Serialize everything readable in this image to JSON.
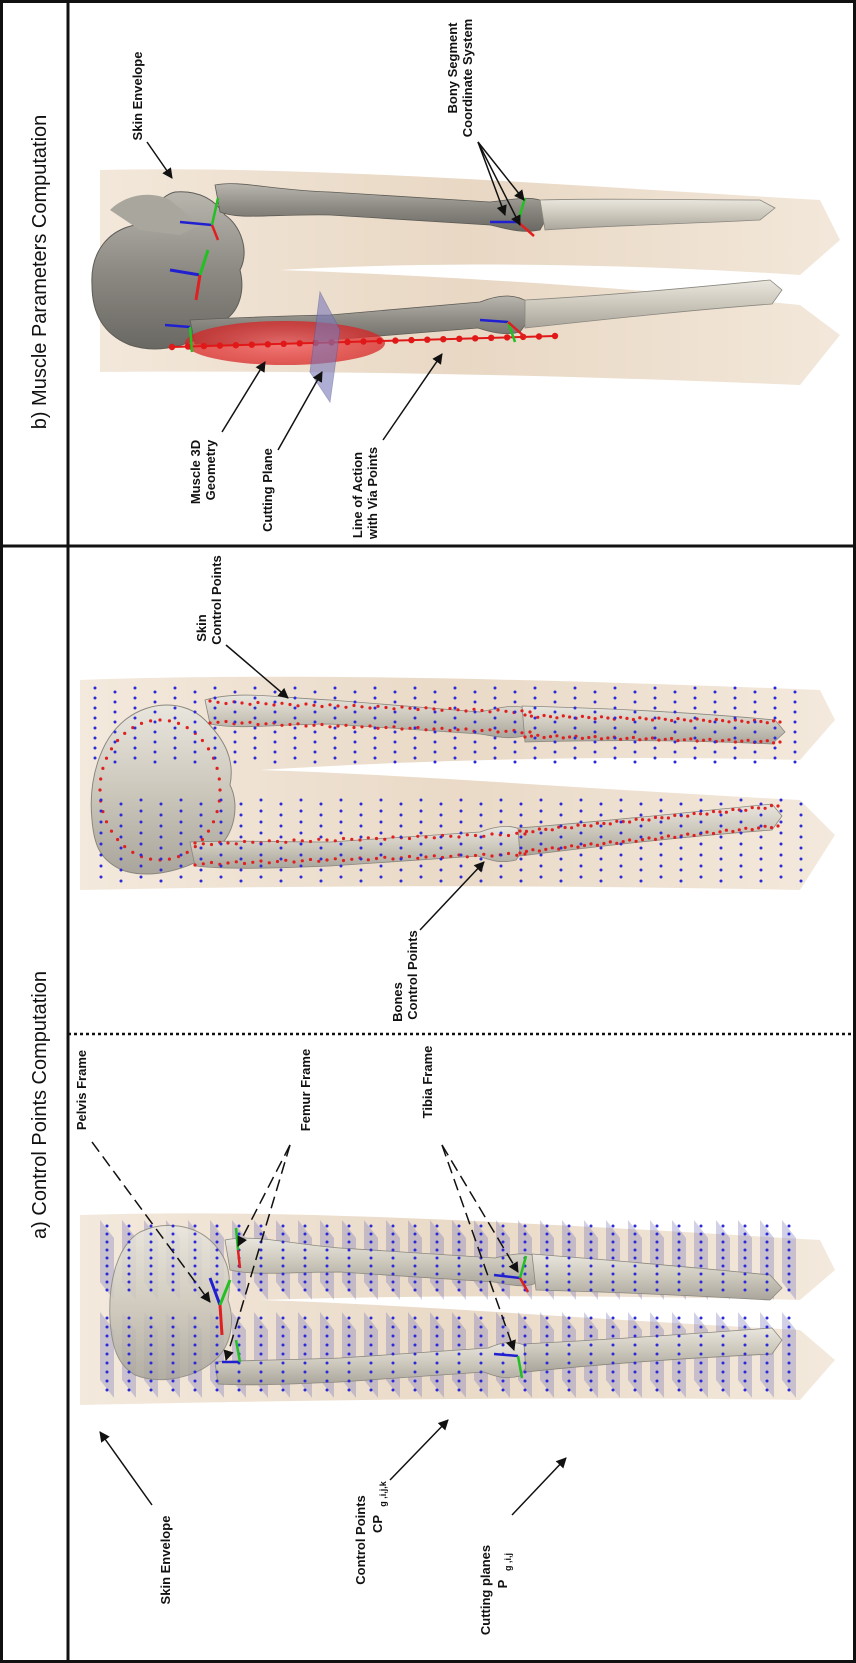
{
  "panels": {
    "a": {
      "title": "a) Control Points Computation",
      "labels": {
        "pelvis_frame": "Pelvis Frame",
        "femur_frame": "Femur Frame",
        "tibia_frame": "Tibia Frame",
        "skin_envelope": "Skin Envelope",
        "control_points": "Control Points",
        "control_points_symbol": "CP",
        "control_points_subscript": "g ,i,j,k",
        "cutting_planes": "Cutting planes",
        "cutting_planes_symbol": "P",
        "cutting_planes_subscript": "g ,i,j",
        "bones_control_points_1": "Bones",
        "bones_control_points_2": "Control Points",
        "skin_control_points_1": "Skin",
        "skin_control_points_2": "Control Points"
      }
    },
    "b": {
      "title": "b) Muscle Parameters Computation",
      "labels": {
        "skin_envelope": "Skin Envelope",
        "bony_segment_1": "Bony Segment",
        "bony_segment_2": "Coordinate System",
        "muscle_geometry_1": "Muscle 3D",
        "muscle_geometry_2": "Geometry",
        "cutting_plane": "Cutting Plane",
        "line_of_action_1": "Line of Action",
        "line_of_action_2": "with Via Points"
      }
    },
    "colors": {
      "skin": "#e8d8c4",
      "bone": "#d9d4c8",
      "bone_dark": "#8f8c86",
      "control_point_blue": "#2a2ad8",
      "control_point_red": "#e02020",
      "plane": "#7a78b8",
      "muscle": "#e83030"
    }
  }
}
